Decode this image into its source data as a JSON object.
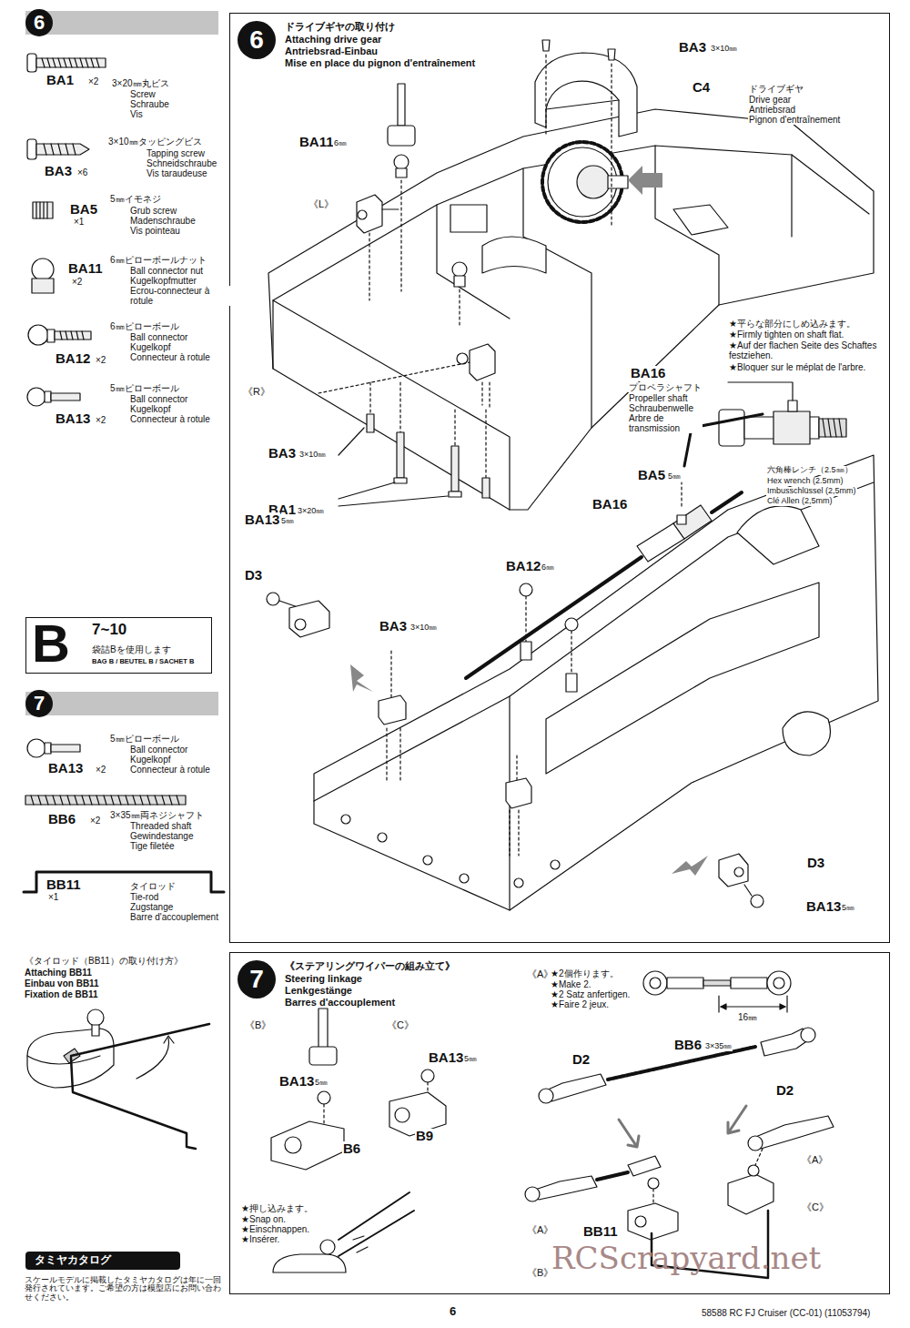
{
  "diagram": {
    "nodes": [
      {
        "text": [
          "6"
        ]
      },
      {
        "text": [
          "B",
          "7~10",
          "袋詰Bを使用します",
          "BAG B / BEUTEL B / SACHET B"
        ]
      },
      {
        "text": [
          "7"
        ]
      },
      {
        "text": [
          "タミヤカタログ"
        ]
      },
      {
        "text": [
          "ドライブギヤの取り付け",
          "Attaching drive gear",
          "Antriebsrad-Einbau",
          "Mise en place du pignon d'entraînement"
        ]
      },
      {
        "text": [
          "6"
        ],
        "in": 4
      },
      {
        "text": [
          "《ステアリングワイパーの組み立て》",
          "Steering linkage",
          "Lenkgestänge",
          "Barres d'accouplement"
        ]
      },
      {
        "text": [
          "7"
        ],
        "in": 6
      }
    ],
    "labels": [
      "BA1",
      "×2",
      "3×20㎜丸ビス",
      "Screw",
      "Schraube",
      "Vis",
      "BA3",
      "×6",
      "3×10㎜タッピングビス",
      "Tapping screw",
      "Schneidschraube",
      "Vis taraudeuse",
      "BA5",
      "×1",
      "5㎜イモネジ",
      "Grub screw",
      "Madenschraube",
      "Vis pointeau",
      "BA11",
      "×2",
      "6㎜ピローボールナット",
      "Ball connector nut",
      "Kugelkopfmutter",
      "Ecrou-connecteur à rotule",
      "BA12",
      "×2",
      "6㎜ピローボール",
      "Ball connector",
      "Kugelkopf",
      "Connecteur à rotule",
      "BA13",
      "×2",
      "5㎜ピローボール",
      "Ball connector",
      "Kugelkopf",
      "Connecteur à rotule",
      "BA13",
      "×2",
      "5㎜ピローボール",
      "Ball connector",
      "Kugelkopf",
      "Connecteur à rotule",
      "BB6",
      "×2",
      "3×35㎜両ネジシャフト",
      "Threaded shaft",
      "Gewindestange",
      "Tige filetée",
      "BB11",
      "×1",
      "タイロッド",
      "Tie-rod",
      "Zugstange",
      "Barre d'accouplement",
      "《タイロッド（BB11）の取り付け方》",
      "Attaching BB11",
      "Einbau von BB11",
      "Fixation de BB11",
      "スケールモデルに掲載したタミヤカタログは年に一回発行されています。ご希望の方は模型店にお問い合わせください。",
      "BA3",
      "3×10㎜",
      "C4",
      "ドライブギヤ",
      "Drive gear",
      "Antriebsrad",
      "Pignon d'entraînement",
      "BA11",
      "6㎜",
      "《L》",
      "《R》",
      "BA3",
      "3×10㎜",
      "BA1",
      "3×20㎜",
      "★平らな部分にしめ込みます。",
      "★Firmly tighten on shaft flat.",
      "★Auf der flachen Seite des Schaftes festziehen.",
      "★Bloquer sur le méplat de l'arbre.",
      "BA16",
      "プロペラシャフト",
      "Propeller shaft",
      "Schraubenwelle",
      "Arbre de transmission",
      "六角棒レンチ（2.5㎜）",
      "Hex wrench (2.5mm)",
      "Imbusschlüssel (2,5mm)",
      "Clé Allen (2,5mm)",
      "BA5",
      "5㎜",
      "BA16",
      "BA12",
      "6㎜",
      "BA13",
      "5㎜",
      "D3",
      "BA3",
      "3×10㎜",
      "D3",
      "BA13",
      "5㎜",
      "《B》",
      "BA13",
      "5㎜",
      "B6",
      "《C》",
      "BA13",
      "5㎜",
      "B9",
      "★押し込みます。",
      "★Snap on.",
      "★Einschnappen.",
      "★Insérer.",
      "《A》",
      "★2個作ります。",
      "★Make 2.",
      "★2 Satz anfertigen.",
      "★Faire 2 jeux.",
      "16㎜",
      "D2",
      "BB6",
      "3×35㎜",
      "D2",
      "《A》",
      "《A》",
      "《C》",
      "BB11",
      "《B》",
      "6",
      "58588 RC FJ Cruiser (CC-01) (11053794)",
      "RCScrapyard.net"
    ]
  }
}
